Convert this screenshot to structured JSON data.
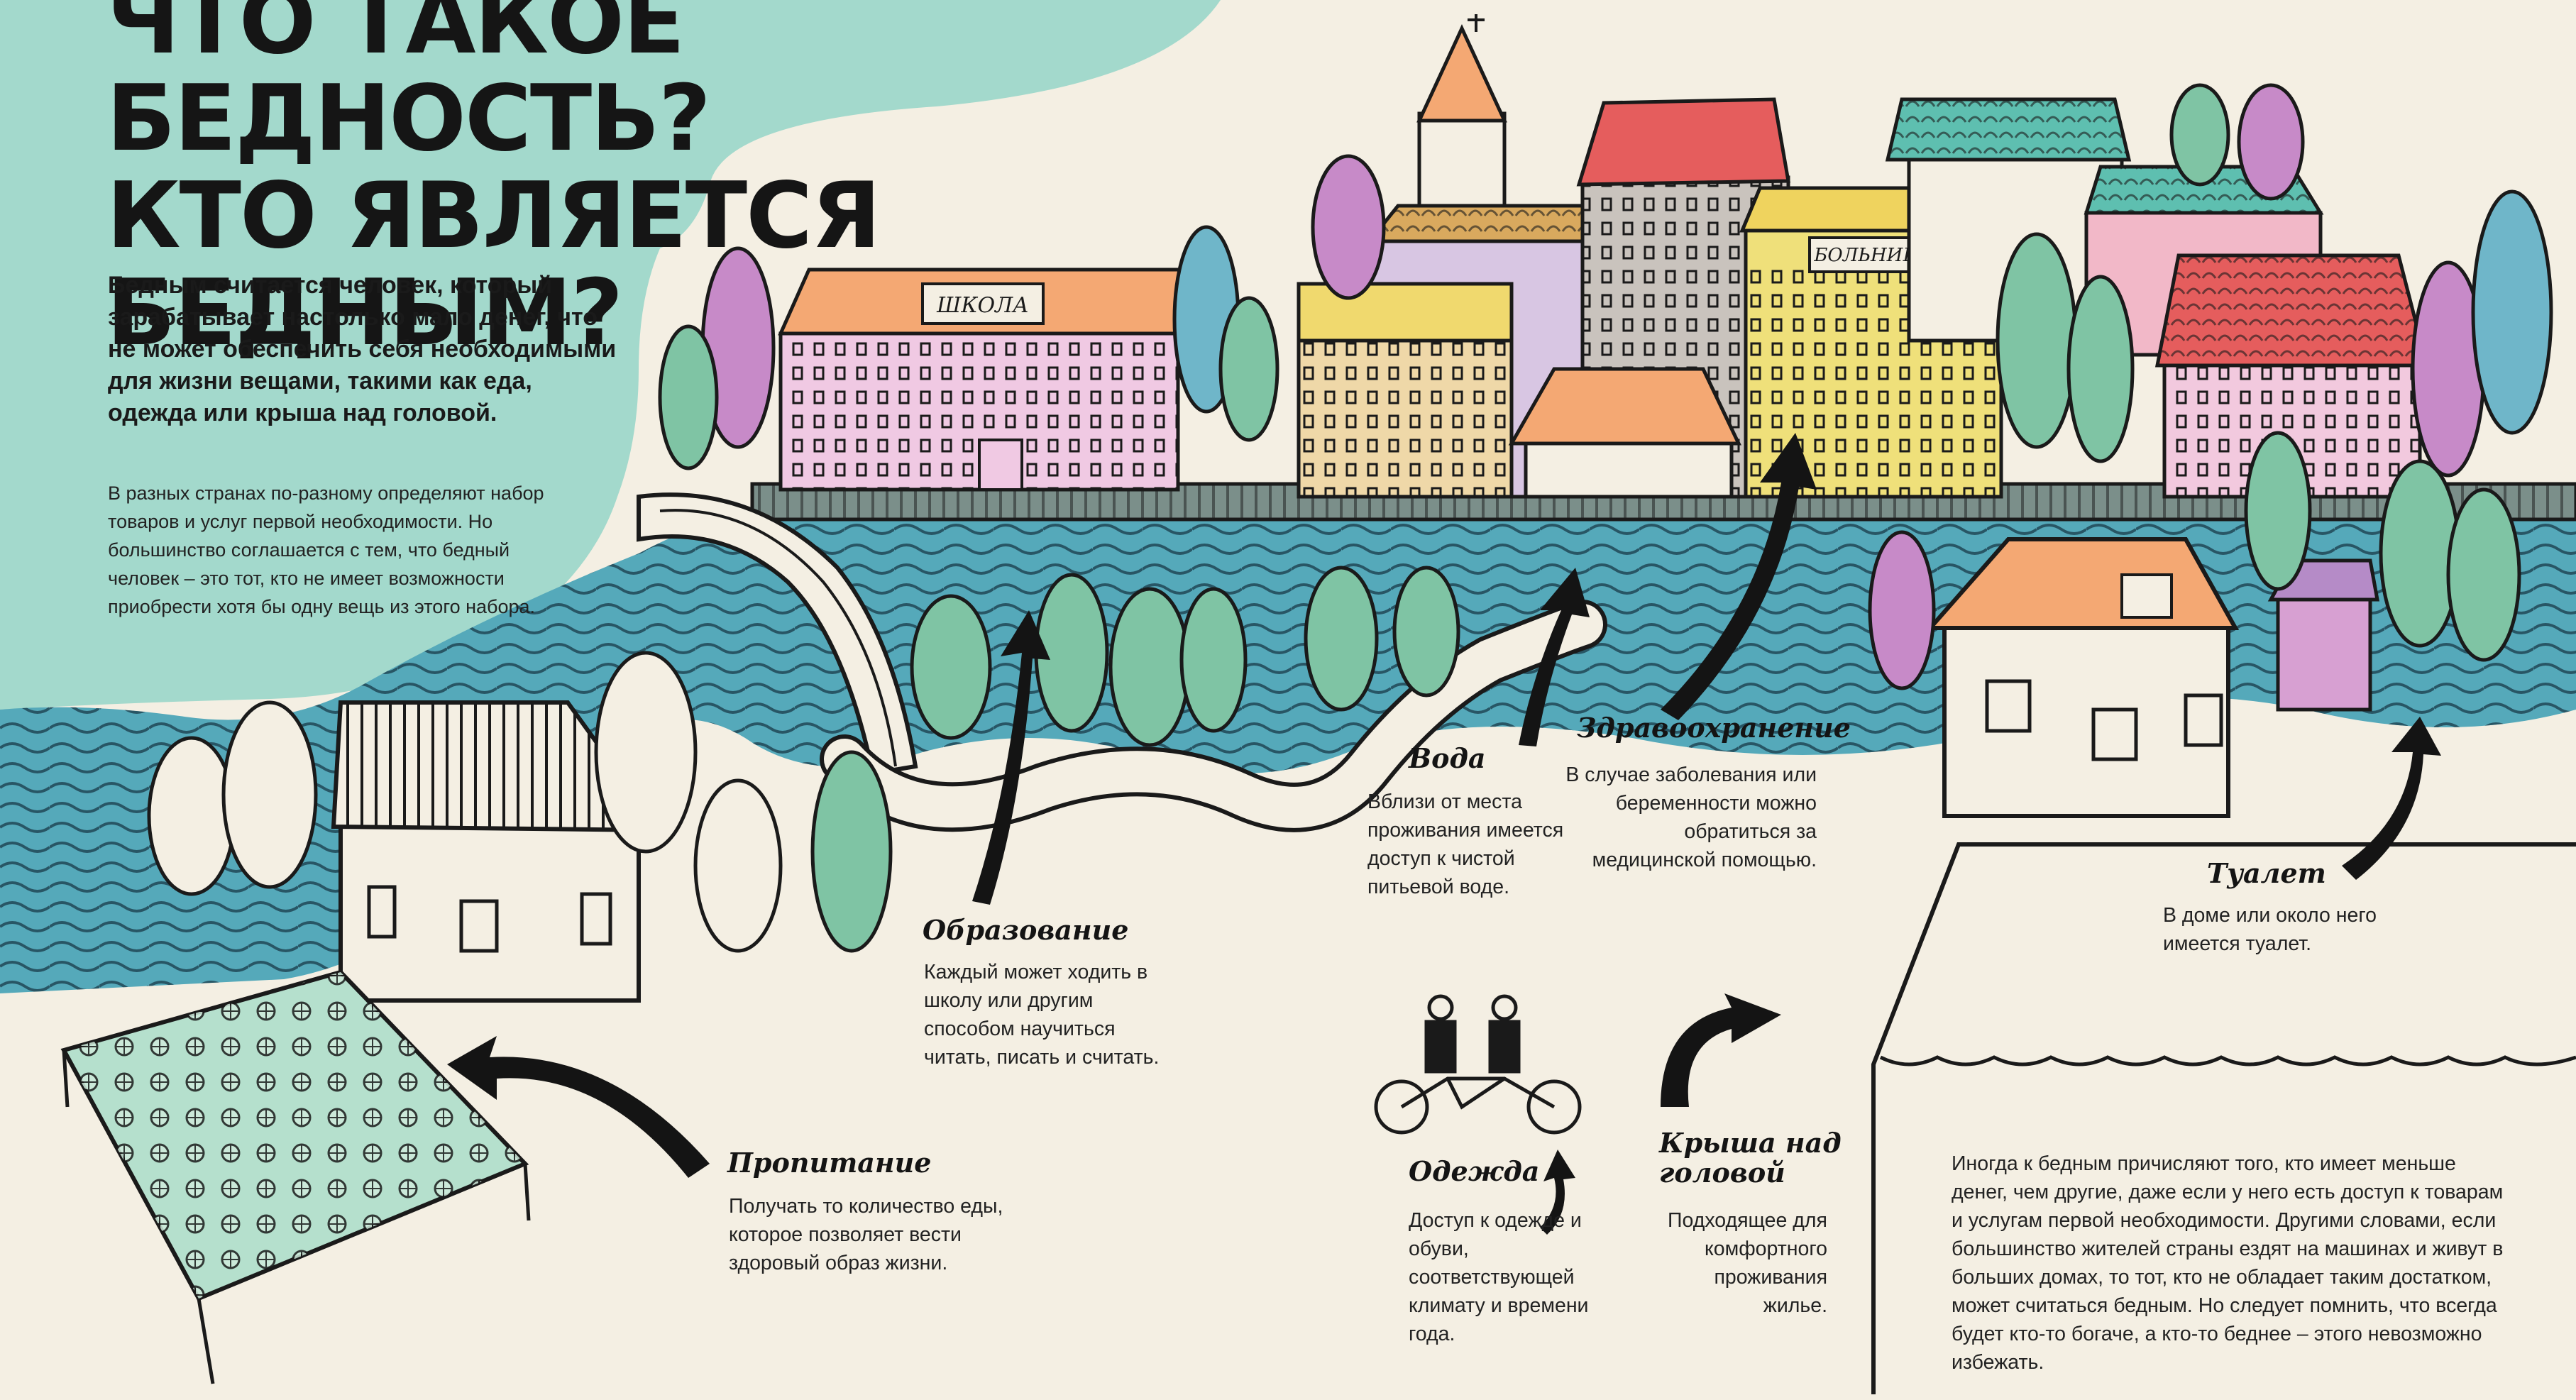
{
  "title": {
    "line1": "ЧТО ТАКОЕ БЕДНОСТЬ?",
    "line2": "КТО ЯВЛЯЕТСЯ",
    "line3": "БЕДНЫМ?"
  },
  "lead": "Бедным считается человек, который зарабатывает настолько мало денег, что не может обеспечить себя необходимыми для жизни вещами, такими как еда, одежда или крыша над головой.",
  "intro": "В разных странах по-разному определяют набор товаров и услуг первой необходимости. Но большинство соглашается с тем, что бедный человек – это тот, кто не имеет возможности приобрести хотя бы одну вещь из этого набора.",
  "signs": {
    "school": "ШКОЛА",
    "hospital": "БОЛЬНИЦА"
  },
  "sections": {
    "nutrition": {
      "heading": "Пропитание",
      "text": "Получать то количество еды, которое позволяет вести здоровый образ жизни."
    },
    "education": {
      "heading": "Образование",
      "text": "Каждый может ходить в школу или другим способом научиться читать, писать и считать."
    },
    "water": {
      "heading": "Вода",
      "text": "Вблизи от места проживания имеется доступ к чистой питьевой воде."
    },
    "healthcare": {
      "heading": "Здравоохранение",
      "text": "В случае заболевания или беременности можно обратиться за медицинской помощью."
    },
    "toilet": {
      "heading": "Туалет",
      "text": "В доме или около него имеется туалет."
    },
    "clothing": {
      "heading": "Одежда",
      "text": "Доступ к одежде и обуви, соответствующей климату и времени года."
    },
    "roof": {
      "heading": "Крыша над головой",
      "text": "Подходящее для комфортного проживания жилье."
    }
  },
  "footnote": "Иногда к бедным причисляют того, кто имеет меньше денег, чем другие, даже если у него есть доступ к товарам и услугам первой необходимости. Другими словами, если большинство жителей страны ездят на машинах и живут в больших домах, то тот, кто не обладает таким достатком, может считаться бедным. Но следует помнить, что всегда будет кто-то богаче, а кто-то беднее – этого невозможно избежать.",
  "colors": {
    "background": "#f4efe3",
    "cloud": "#a3d9cc",
    "river": "#55a9ba",
    "ink": "#141414"
  }
}
